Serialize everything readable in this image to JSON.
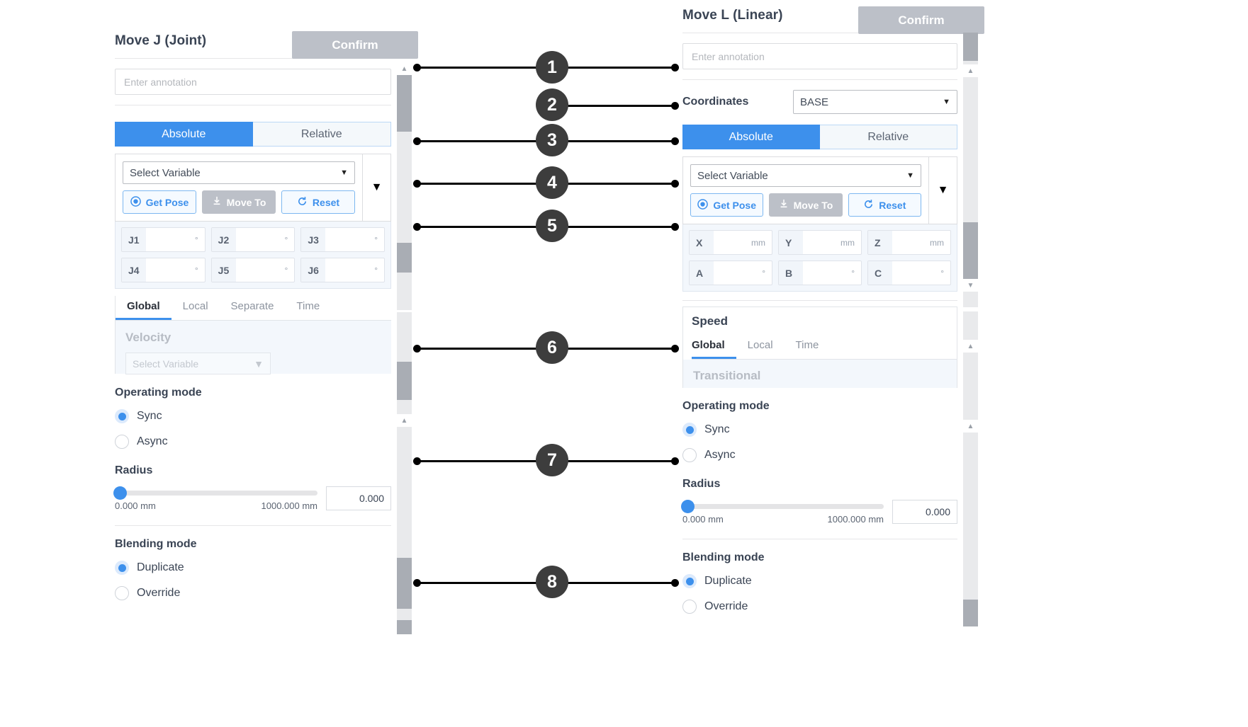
{
  "left_panel": {
    "title": "Move J (Joint)",
    "confirm_label": "Confirm",
    "annotation_placeholder": "Enter annotation",
    "mode_tabs": {
      "absolute": "Absolute",
      "relative": "Relative"
    },
    "variable_select": "Select Variable",
    "buttons": {
      "get_pose": "Get Pose",
      "move_to": "Move To",
      "reset": "Reset"
    },
    "joint_fields": [
      {
        "label": "J1",
        "value": "",
        "unit": "°"
      },
      {
        "label": "J2",
        "value": "",
        "unit": "°"
      },
      {
        "label": "J3",
        "value": "",
        "unit": "°"
      },
      {
        "label": "J4",
        "value": "",
        "unit": "°"
      },
      {
        "label": "J5",
        "value": "",
        "unit": "°"
      },
      {
        "label": "J6",
        "value": "",
        "unit": "°"
      }
    ],
    "speed_tabs": [
      "Global",
      "Local",
      "Separate",
      "Time"
    ],
    "speed_active_tab": "Global",
    "velocity_title": "Velocity",
    "velocity_select": "Select Variable",
    "operating_mode": {
      "title": "Operating mode",
      "options": [
        "Sync",
        "Async"
      ],
      "selected": "Sync"
    },
    "radius": {
      "title": "Radius",
      "min": "0.000 mm",
      "max": "1000.000 mm",
      "value": "0.000"
    },
    "blending_mode": {
      "title": "Blending mode",
      "options": [
        "Duplicate",
        "Override"
      ],
      "selected": "Duplicate"
    }
  },
  "right_panel": {
    "title": "Move L (Linear)",
    "confirm_label": "Confirm",
    "annotation_placeholder": "Enter annotation",
    "coordinates_label": "Coordinates",
    "coordinates_value": "BASE",
    "mode_tabs": {
      "absolute": "Absolute",
      "relative": "Relative"
    },
    "variable_select": "Select Variable",
    "buttons": {
      "get_pose": "Get Pose",
      "move_to": "Move To",
      "reset": "Reset"
    },
    "pose_fields": [
      {
        "label": "X",
        "value": "",
        "unit": "mm"
      },
      {
        "label": "Y",
        "value": "",
        "unit": "mm"
      },
      {
        "label": "Z",
        "value": "",
        "unit": "mm"
      },
      {
        "label": "A",
        "value": "",
        "unit": "°"
      },
      {
        "label": "B",
        "value": "",
        "unit": "°"
      },
      {
        "label": "C",
        "value": "",
        "unit": "°"
      }
    ],
    "speed_title": "Speed",
    "speed_tabs": [
      "Global",
      "Local",
      "Time"
    ],
    "speed_active_tab": "Global",
    "transitional_title": "Transitional",
    "operating_mode": {
      "title": "Operating mode",
      "options": [
        "Sync",
        "Async"
      ],
      "selected": "Sync"
    },
    "radius": {
      "title": "Radius",
      "min": "0.000 mm",
      "max": "1000.000 mm",
      "value": "0.000"
    },
    "blending_mode": {
      "title": "Blending mode",
      "options": [
        "Duplicate",
        "Override"
      ],
      "selected": "Duplicate"
    }
  },
  "callouts": [
    {
      "number": "1"
    },
    {
      "number": "2"
    },
    {
      "number": "3"
    },
    {
      "number": "4"
    },
    {
      "number": "5"
    },
    {
      "number": "6"
    },
    {
      "number": "7"
    },
    {
      "number": "8"
    }
  ],
  "icons": {
    "get_pose": "target-icon",
    "move_to": "download-icon",
    "reset": "refresh-icon",
    "caret": "chevron-down-icon"
  },
  "colors": {
    "accent": "#3d90ec",
    "disabled": "#bcc0c8",
    "callout": "#3d3d3d",
    "panel_bg": "#f3f7fc"
  }
}
